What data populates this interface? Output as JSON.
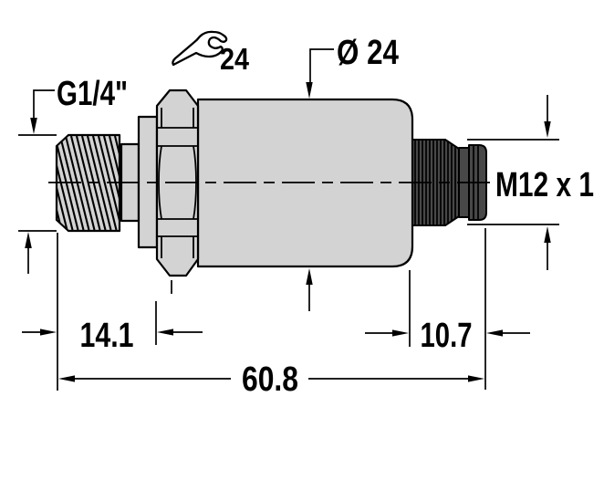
{
  "drawing": {
    "labels": {
      "process_thread": "G1/4\"",
      "wrench_size": "24",
      "body_diameter": "Ø 24",
      "connector_thread": "M12 x 1"
    },
    "dimensions": {
      "thread_length": "14.1",
      "connector_length": "10.7",
      "total_length": "60.8"
    },
    "icons": {
      "wrench": "open-end-wrench"
    },
    "colors": {
      "background": "#ffffff",
      "metal_light": "#d3d3d3",
      "metal_dark": "#484848",
      "line": "#000000"
    }
  }
}
